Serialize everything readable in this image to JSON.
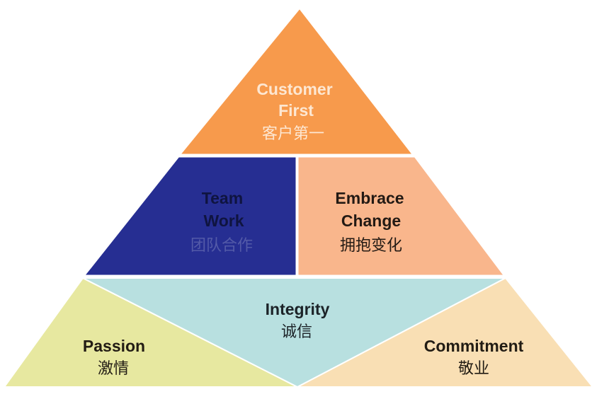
{
  "pyramid": {
    "top": {
      "line1": "Customer",
      "line2": "First",
      "line3": "客户第一",
      "fill": "#f79a4c",
      "text_color": "#fde7d2"
    },
    "mid_left": {
      "line1": "Team",
      "line2": "Work",
      "line3": "团队合作",
      "fill": "#262e92",
      "text_color": "#0f1440",
      "cn_color": "#535aa8"
    },
    "mid_right": {
      "line1": "Embrace",
      "line2": "Change",
      "line3": "拥抱变化",
      "fill": "#f9b68c",
      "text_color": "#231a14"
    },
    "bottom_left": {
      "line1": "Passion",
      "line2": "激情",
      "fill": "#e7e8a0",
      "text_color": "#221c14"
    },
    "bottom_center": {
      "line1": "Integrity",
      "line2": "诚信",
      "fill": "#b8e0e0",
      "text_color": "#1c2328"
    },
    "bottom_right": {
      "line1": "Commitment",
      "line2": "敬业",
      "fill": "#f9dfb4",
      "text_color": "#221c14"
    },
    "border_color": "#ffffff"
  }
}
